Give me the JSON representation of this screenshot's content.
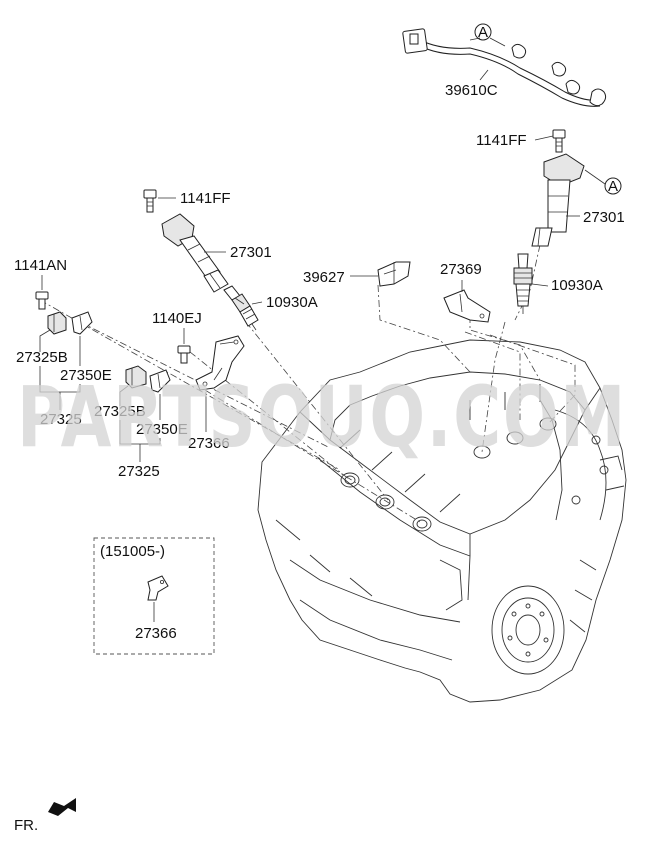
{
  "watermark": "PARTSOUQ.COM",
  "callout_letter": "A",
  "labels": {
    "harness": "39610C",
    "bolt_right": "1141FF",
    "coil_right": "27301",
    "plug_right": "10930A",
    "bracket_39627": "39627",
    "bracket_27369": "27369",
    "bolt_left": "1141FF",
    "coil_left": "27301",
    "plug_left": "10930A",
    "bolt_1141an": "1141AN",
    "bolt_1140ej": "1140EJ",
    "sensor_b1": "27325B",
    "clip_e1": "27350E",
    "sensor_assy1": "27325",
    "sensor_b2": "27325B",
    "clip_e2": "27350E",
    "sensor_assy2": "27325",
    "bracket_27366": "27366",
    "note_date": "(151005-)",
    "inset_27366": "27366",
    "front": "FR."
  }
}
